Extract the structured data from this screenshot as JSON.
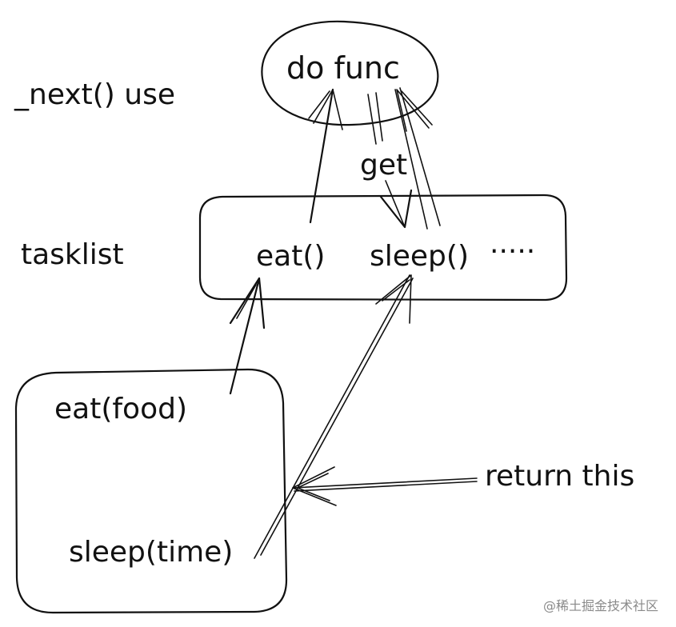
{
  "diagram": {
    "nodes": {
      "do_func": "do func",
      "eat_task": "eat()",
      "sleep_task": "sleep()",
      "more_tasks": "·····",
      "eat_food": "eat(food)",
      "sleep_time": "sleep(time)"
    },
    "labels": {
      "next_use": "_next() use",
      "tasklist": "tasklist",
      "get": "get",
      "return_this": "return this"
    }
  },
  "watermark": "@稀土掘金技术社区"
}
